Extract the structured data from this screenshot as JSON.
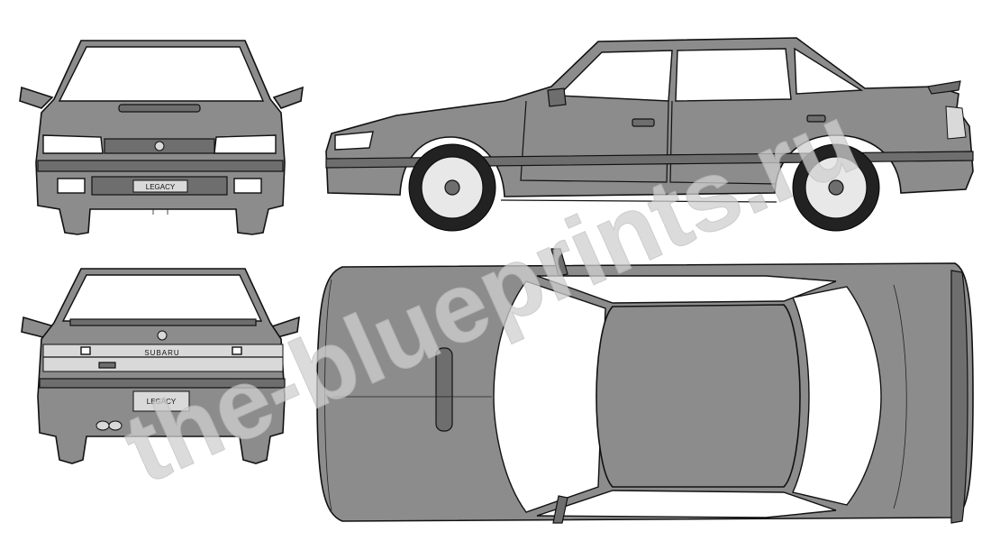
{
  "watermark": {
    "text": "the-blueprints.ru",
    "color": "#d0d0d0"
  },
  "front_view": {
    "grille_badge": "LEGACY"
  },
  "rear_view": {
    "trunk_badge": "SUBARU",
    "plate_text": "LEGACY"
  },
  "colors": {
    "body": "#8c8c8c",
    "outline": "#111111",
    "glass": "#ffffff",
    "background": "#ffffff"
  }
}
